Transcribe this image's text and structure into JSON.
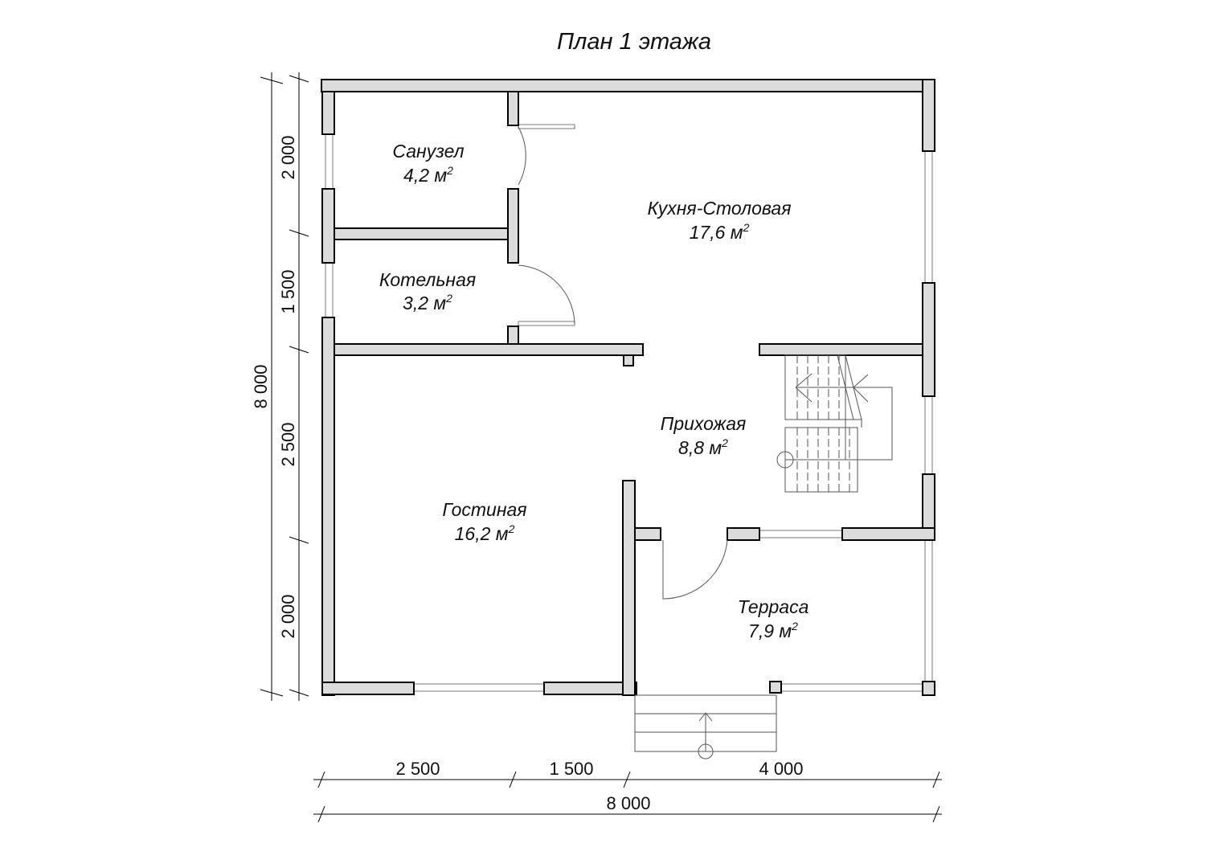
{
  "title": "План 1 этажа",
  "rooms": [
    {
      "name": "Санузел",
      "area": "4,2 м",
      "sup": "2"
    },
    {
      "name": "Котельная",
      "area": "3,2 м",
      "sup": "2"
    },
    {
      "name": "Кухня-Столовая",
      "area": "17,6 м",
      "sup": "2"
    },
    {
      "name": "Прихожая",
      "area": "8,8 м",
      "sup": "2"
    },
    {
      "name": "Гостиная",
      "area": "16,2 м",
      "sup": "2"
    },
    {
      "name": "Терраса",
      "area": "7,9 м",
      "sup": "2"
    }
  ],
  "dimensions": {
    "left_total": "8 000",
    "left_segments": [
      "2 000",
      "1 500",
      "2 500",
      "2 000"
    ],
    "bottom_segments": [
      "2 500",
      "1 500",
      "4 000"
    ],
    "bottom_total": "8 000"
  }
}
